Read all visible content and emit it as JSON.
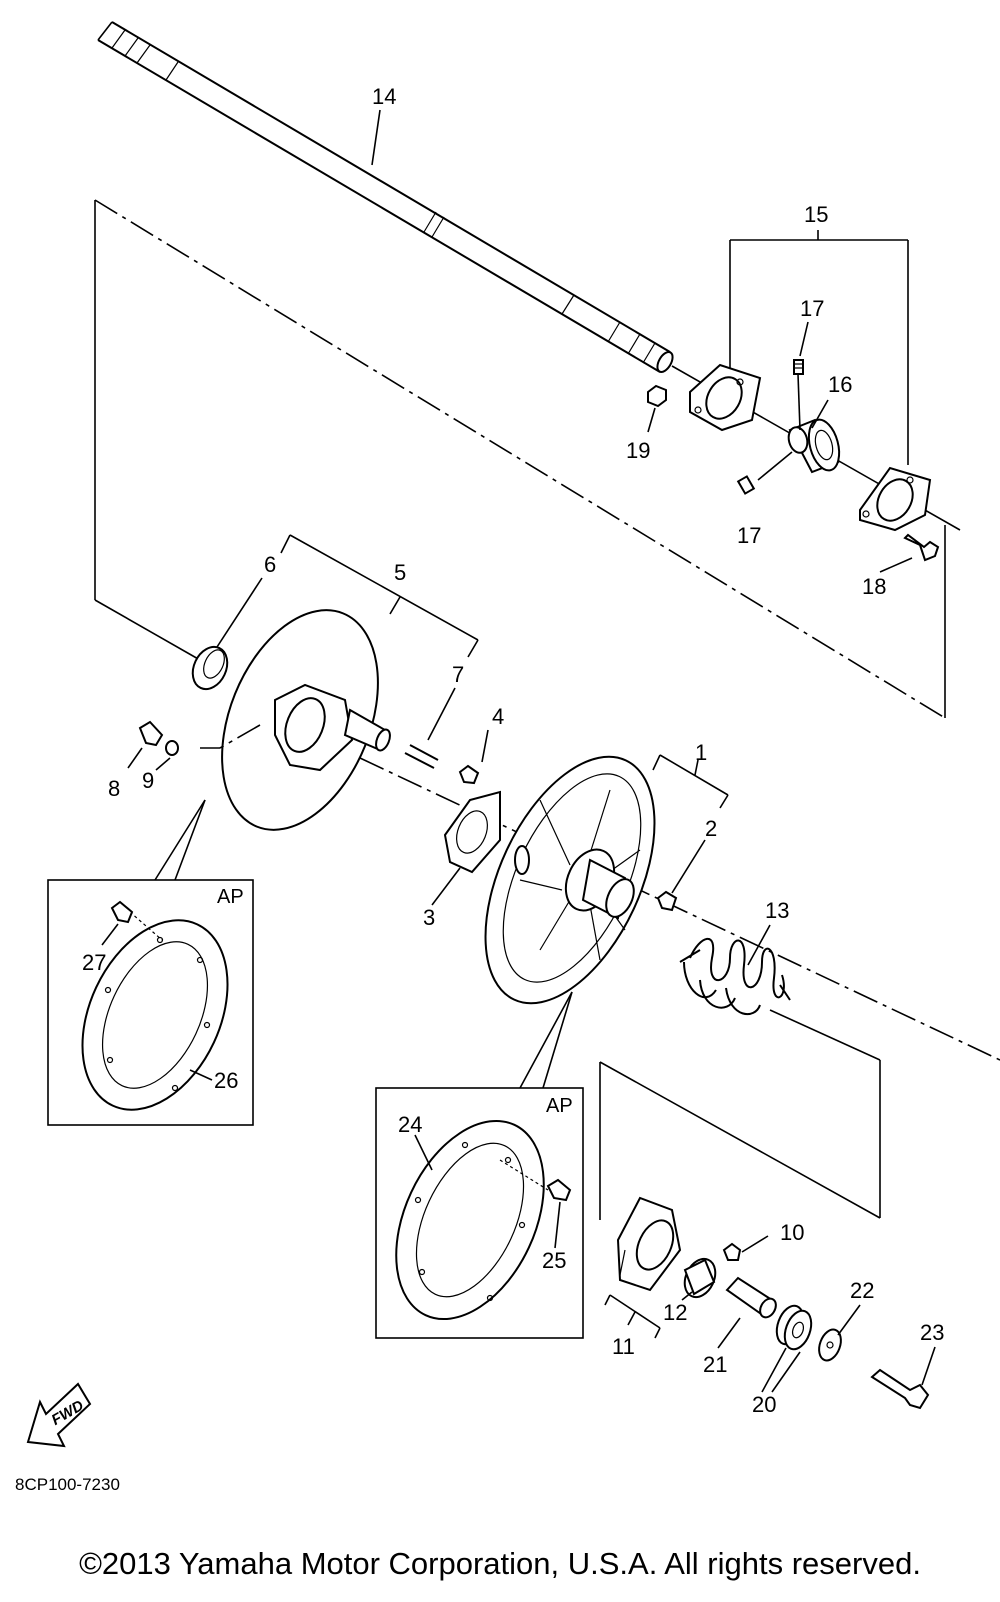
{
  "callouts": [
    "1",
    "2",
    "3",
    "4",
    "5",
    "6",
    "7",
    "8",
    "9",
    "10",
    "11",
    "12",
    "13",
    "14",
    "15",
    "16",
    "17",
    "17",
    "18",
    "19",
    "20",
    "21",
    "22",
    "23",
    "24",
    "25",
    "26",
    "27"
  ],
  "ap_labels": [
    "AP",
    "AP"
  ],
  "fwd_label": "FWD",
  "diagram_code": "8CP100-7230",
  "copyright": "©2013 Yamaha Motor Corporation, U.S.A. All rights reserved."
}
